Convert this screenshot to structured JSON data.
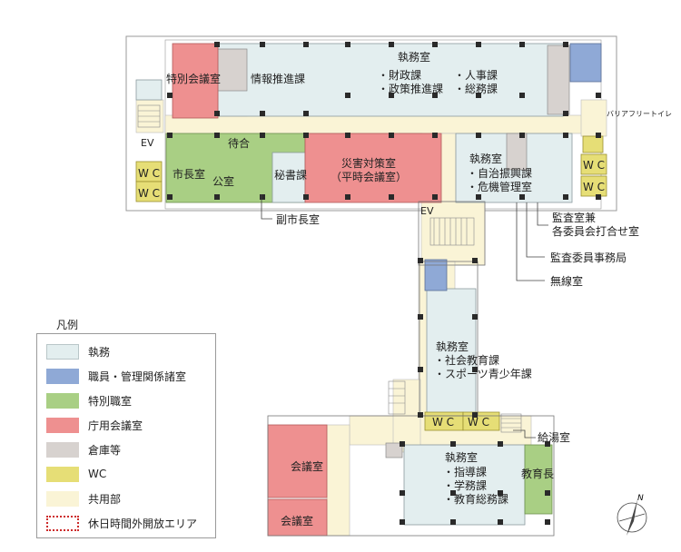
{
  "colors": {
    "office": "#e3eeef",
    "staff_rooms": "#8fa9d6",
    "special_rooms": "#a9cf84",
    "conference": "#ee9090",
    "storage": "#d7d2cf",
    "wc": "#e6de76",
    "common": "#faf4d6",
    "wall": "#2a2a2a",
    "open_area_border": "#cc2a2a"
  },
  "rooms": {
    "tokubetsu_kaigishitsu": "特別会議室",
    "joho_suishin": "情報推進課",
    "shitsumushitsu_top": "執務室",
    "zaiseika": "・財政課",
    "seisaku_suishin": "・政策推進課",
    "jinjika": "・人事課",
    "somuka": "・総務課",
    "barrier_free_toilet": "バリアフリートイレ",
    "ev_west": "EV",
    "ev_center": "EV",
    "wc_west_1": "W C",
    "wc_west_2": "W C",
    "wc_east_1": "W C",
    "wc_east_2": "W C",
    "machiai": "待合",
    "shichoshitsu": "市長室",
    "koshitsu": "公室",
    "hishoka": "秘書課",
    "saigai_taisaku": "災害対策室",
    "heiji_kaigi": "（平時会議室）",
    "shitsumushitsu_east": "執務室",
    "jichi_shinko": "・自治振興課",
    "kiki_kanri": "・危機管理室",
    "shitsumushitsu_middle": "執務室",
    "shakai_kyoiku": "・社会教育課",
    "sports_seishonen": "・スポーツ青少年課",
    "wc_mid_1": "W C",
    "wc_mid_2": "W C",
    "shitsumushitsu_bottom": "執務室",
    "shido": "・指導課",
    "gakumu": "・学務課",
    "kyoiku_somu": "・教育総務課",
    "kyoikucho": "教育長",
    "kaigishitsu_1": "会議室",
    "kaigishitsu_2": "会議室"
  },
  "callouts": {
    "fukushichoshitsu": "副市長室",
    "kansa_line1": "監査室兼",
    "kansa_line2": "各委員会打合せ室",
    "kansa_iin": "監査委員事務局",
    "musenshitsu": "無線室",
    "kyutoshitsu": "給湯室"
  },
  "compass": {
    "north": "N"
  },
  "legend": {
    "title": "凡例",
    "items": [
      {
        "label": "執務",
        "color_key": "office"
      },
      {
        "label": "職員・管理関係諸室",
        "color_key": "staff_rooms"
      },
      {
        "label": "特別職室",
        "color_key": "special_rooms"
      },
      {
        "label": "庁用会議室",
        "color_key": "conference"
      },
      {
        "label": "倉庫等",
        "color_key": "storage"
      },
      {
        "label": "WC",
        "color_key": "wc"
      },
      {
        "label": "共用部",
        "color_key": "common"
      },
      {
        "label": "休日時間外開放エリア",
        "color_key": "open_area_border"
      }
    ]
  }
}
